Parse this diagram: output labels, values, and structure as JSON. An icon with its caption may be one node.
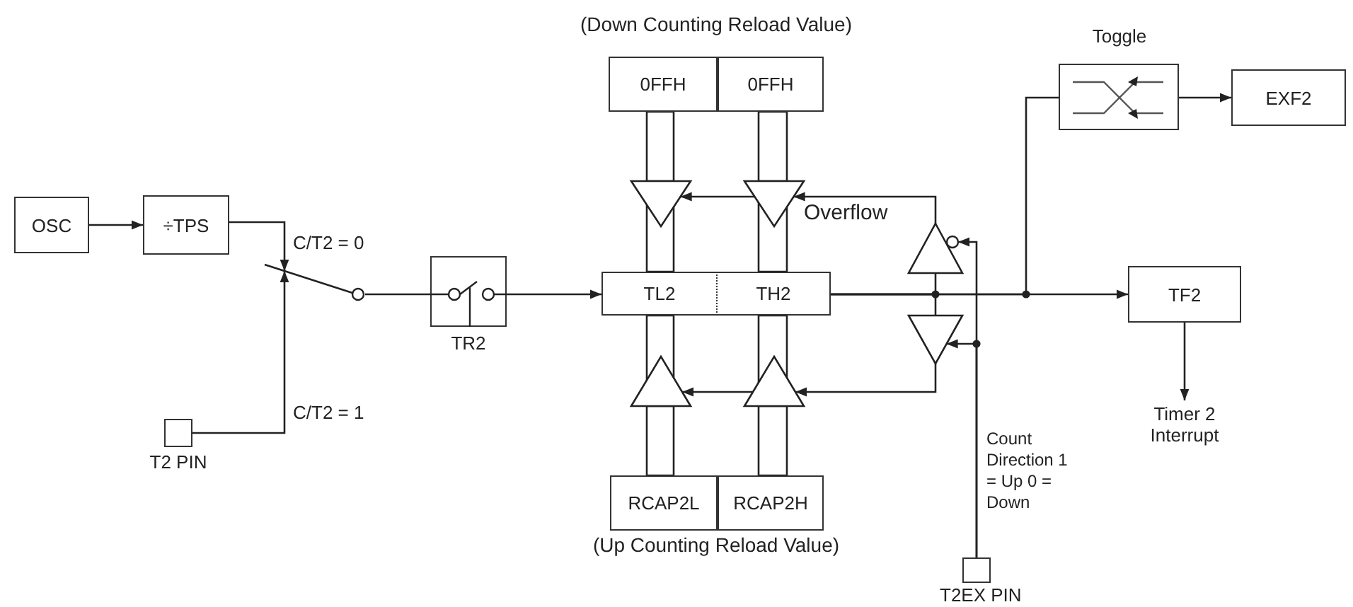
{
  "diagram": {
    "nodes": [
      {
        "text": [
          "OSC"
        ]
      },
      {
        "text": [
          "÷TPS"
        ]
      },
      {
        "text": [],
        "shape": "switch"
      },
      {
        "text": [],
        "shape": "box",
        "beside": [
          "T2 PIN"
        ]
      },
      {
        "text": [],
        "shape": "box",
        "beside": [
          "TR2"
        ]
      },
      {
        "text": [
          "0FFH"
        ]
      },
      {
        "text": [
          "0FFH"
        ]
      },
      {
        "text": [
          "TL2"
        ]
      },
      {
        "text": [
          "TH2"
        ]
      },
      {
        "text": [
          "RCAP2L"
        ]
      },
      {
        "text": [
          "RCAP2H"
        ]
      },
      {
        "text": [],
        "shape": "triangle"
      },
      {
        "text": [],
        "shape": "triangle"
      },
      {
        "text": [],
        "shape": "triangle"
      },
      {
        "text": [],
        "shape": "triangle"
      },
      {
        "text": [],
        "shape": "triangle"
      },
      {
        "text": [],
        "shape": "triangle"
      },
      {
        "text": [],
        "shape": "box",
        "beside": [
          "Toggle"
        ]
      },
      {
        "text": [
          "EXF2"
        ]
      },
      {
        "text": [
          "TF2"
        ]
      },
      {
        "text": [
          "Timer 2 Interrupt"
        ]
      },
      {
        "text": [],
        "shape": "box",
        "beside": [
          "T2EX PIN"
        ]
      }
    ],
    "edges": [
      {
        "from": 0,
        "to": 1,
        "arrow": "to"
      },
      {
        "from": 1,
        "to": 2,
        "arrow": "to",
        "label": "C/T2 = 0"
      },
      {
        "from": 3,
        "to": 2,
        "arrow": "to",
        "label": "C/T2 = 1"
      },
      {
        "from": 2,
        "to": 4,
        "arrow": "none"
      },
      {
        "from": 4,
        "to": 7,
        "arrow": "to"
      },
      {
        "from": 5,
        "to": 11,
        "arrow": "none"
      },
      {
        "from": 11,
        "to": 7,
        "arrow": "none"
      },
      {
        "from": 6,
        "to": 12,
        "arrow": "none"
      },
      {
        "from": 12,
        "to": 8,
        "arrow": "none"
      },
      {
        "from": 9,
        "to": 13,
        "arrow": "none"
      },
      {
        "from": 13,
        "to": 7,
        "arrow": "none"
      },
      {
        "from": 10,
        "to": 14,
        "arrow": "none"
      },
      {
        "from": 14,
        "to": 8,
        "arrow": "none"
      },
      {
        "from": 15,
        "to": 12,
        "arrow": "to",
        "label": "Overflow"
      },
      {
        "from": 12,
        "to": 11,
        "arrow": "to"
      },
      {
        "from": 16,
        "to": 14,
        "arrow": "to"
      },
      {
        "from": 14,
        "to": 13,
        "arrow": "to"
      },
      {
        "from": 8,
        "to": 19,
        "arrow": "to"
      },
      {
        "from": 8,
        "to": 15,
        "arrow": "none"
      },
      {
        "from": 8,
        "to": 16,
        "arrow": "none"
      },
      {
        "from": 8,
        "to": 17,
        "arrow": "none"
      },
      {
        "from": 17,
        "to": 18,
        "arrow": "to"
      },
      {
        "from": 19,
        "to": 20,
        "arrow": "to"
      },
      {
        "from": 21,
        "to": 15,
        "arrow": "to"
      },
      {
        "from": 21,
        "to": 16,
        "arrow": "to"
      }
    ],
    "labels": [
      "(Down Counting Reload Value)",
      "(Up Counting Reload Value)",
      "Count Direction 1 = Up 0 = Down"
    ]
  }
}
